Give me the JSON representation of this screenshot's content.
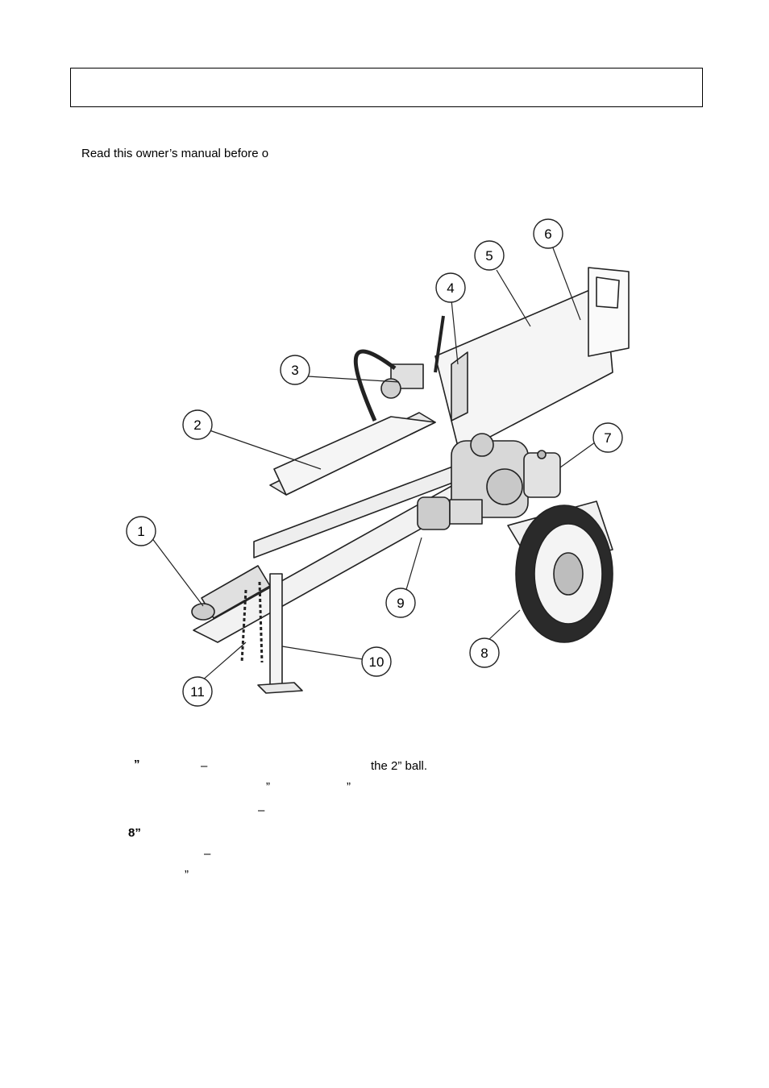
{
  "header": {
    "title": ""
  },
  "intro": {
    "text": "Read this owner’s manual before o"
  },
  "diagram": {
    "callouts": [
      "1",
      "2",
      "3",
      "4",
      "5",
      "6",
      "7",
      "8",
      "9",
      "10",
      "11"
    ]
  },
  "legend": {
    "frag_1": "”",
    "frag_2": "–",
    "frag_3": "the 2” ball.",
    "frag_4": "”",
    "frag_5": "”",
    "frag_6": "–",
    "frag_7": "8”",
    "frag_8": "–",
    "frag_9": "”"
  }
}
